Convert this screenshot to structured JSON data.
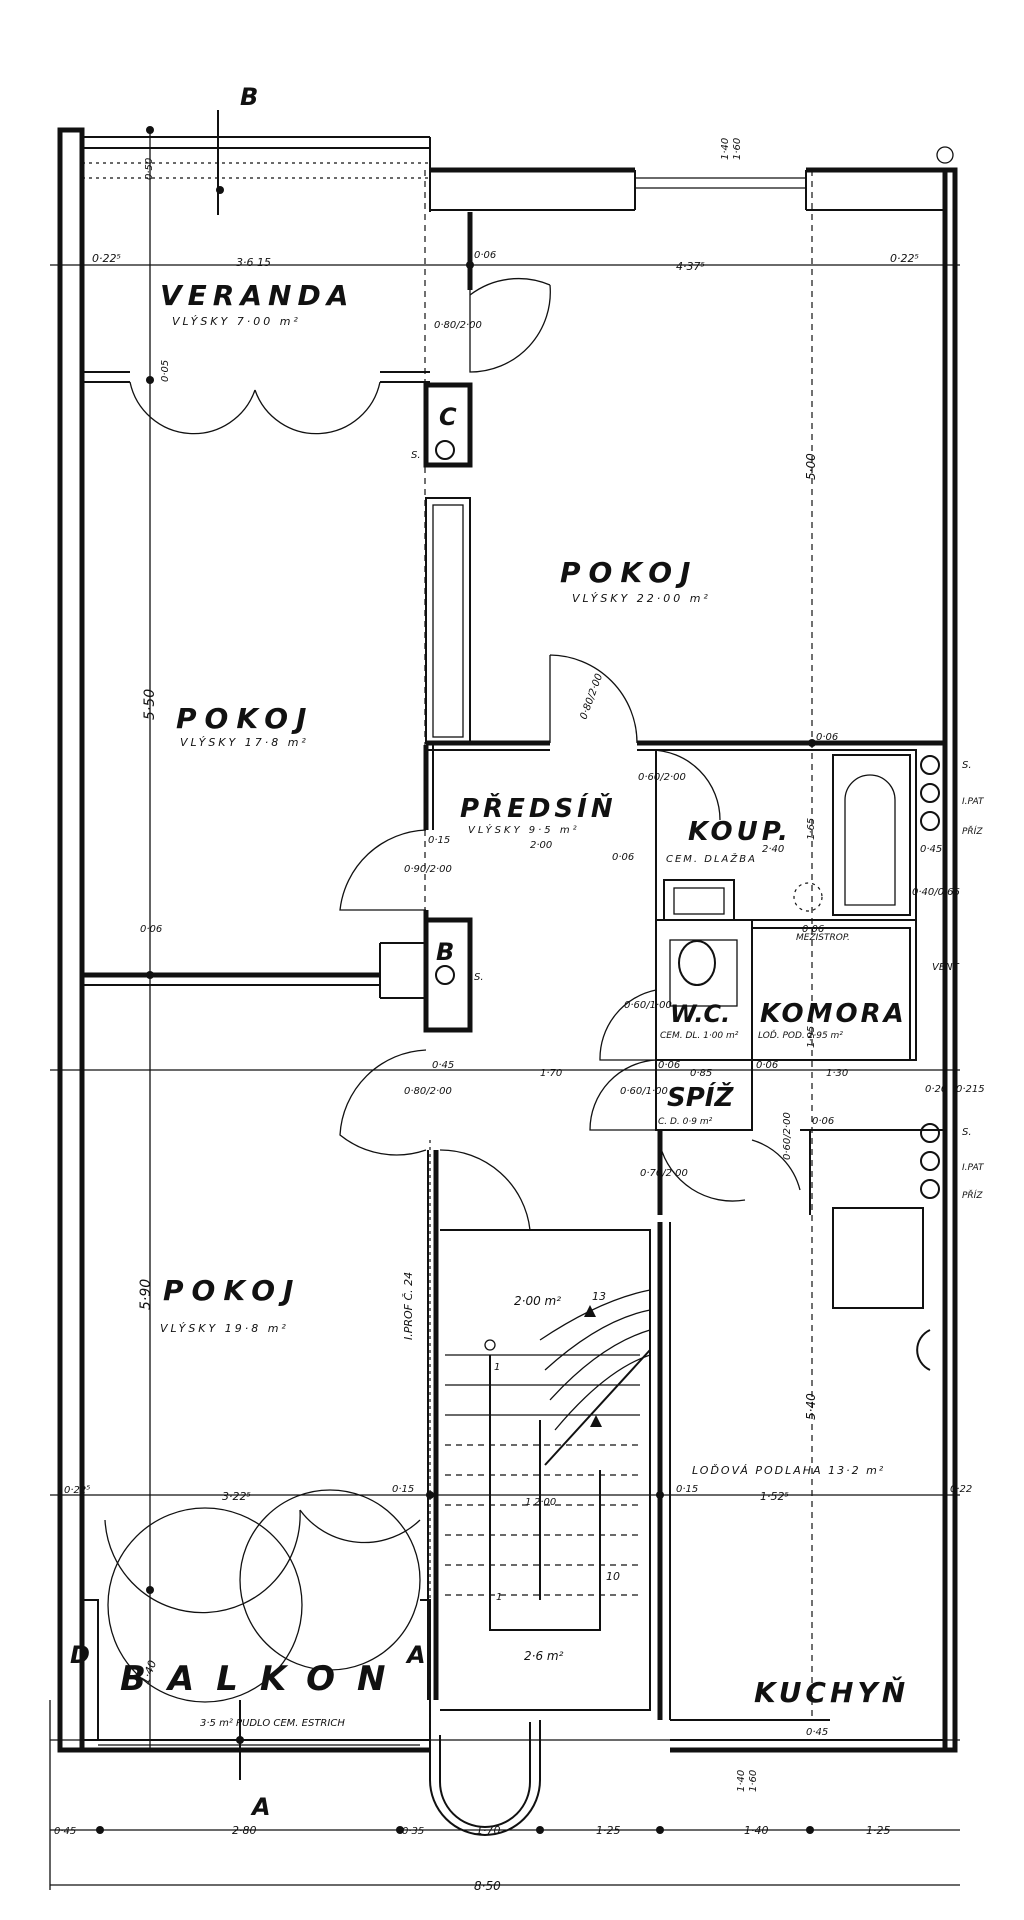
{
  "rooms": {
    "veranda": {
      "name": "VERANDA",
      "note": "VLÝSKY 7·00 m²"
    },
    "pokoj_large": {
      "name": "POKOJ",
      "note": "VLÝSKY 22·00 m²"
    },
    "pokoj_left": {
      "name": "POKOJ",
      "note": "VLÝSKY 17·8 m²"
    },
    "predsin": {
      "name": "PŘEDSÍŇ",
      "note": "VLÝSKY 9·5 m²"
    },
    "koup": {
      "name": "KOUP.",
      "note": "CEM. DLAŽBA"
    },
    "wc": {
      "name": "W.C.",
      "note": "CEM. DL. 1·00 m²"
    },
    "komora": {
      "name": "KOMORA",
      "note": "LOĎ. POD. 2·95 m²"
    },
    "spiz": {
      "name": "SPÍŽ",
      "note": "C. D. 0·9 m²"
    },
    "pokoj_lower": {
      "name": "POKOJ",
      "note": "VLÝSKY 19·8 m²"
    },
    "balkon": {
      "name": "BALKON",
      "note": "3·5 m² PUDLO CEM. ESTRICH"
    },
    "kuchyn": {
      "name": "KUCHYŇ",
      "note": "LOĎOVÁ PODLAHA 13·2 m²"
    }
  },
  "markers": {
    "a": "A",
    "a_top": "A",
    "b": "B",
    "b_shaft": "B",
    "c_shaft": "C",
    "d": "D",
    "s1": "S.",
    "s2": "S.",
    "s3": "S.",
    "s4": "S."
  },
  "notes": {
    "mezistrop": "MEZISTROP.",
    "vent": "VENT",
    "ipat1": "I.PAT",
    "ipat2": "I.PAT",
    "pris1": "PŘÍZ",
    "pris2": "PŘÍZ",
    "iprof": "I.PROF Č. 24",
    "stair_area_top": "2·00 m²",
    "stair_area_bottom": "2·6 m²",
    "stair_13": "13",
    "stair_10": "10",
    "stair_1": "1",
    "stair_1b": "1",
    "stair_1c": "1",
    "stair_200": "2·00"
  },
  "dimensions": {
    "d_0225_tl": "0·22⁵",
    "d_3615": "3·6 15",
    "d_006_a": "0·06",
    "d_4375": "4·37⁵",
    "d_0225_tr": "0·22⁵",
    "d_080_200": "0·80/2·00",
    "d_005": "0·05",
    "d_500": "5·00",
    "d_550": "5·50",
    "d_080_200b": "0·80/2·00",
    "d_006_b": "0·06",
    "d_060_200": "0·60/2·00",
    "d_015": "0·15",
    "d_200": "2·00",
    "d_006_c": "0·06",
    "d_240": "2·40",
    "d_165": "1·65",
    "d_045a": "0·45",
    "d_090_200": "0·90/2·00",
    "d_040_066": "0·40/0·66",
    "d_006_d": "0·06",
    "d_006_e": "0·06",
    "d_060_100": "0·60/1·00",
    "d_045b": "0·45",
    "d_080_200c": "0·80/2·00",
    "d_170": "1·70",
    "d_006_f": "0·06",
    "d_085": "0·85",
    "d_006_g": "0·06",
    "d_130": "1·30",
    "d_020": "0·20",
    "d_0215": "0·215",
    "d_060_100b": "0·60/1·00",
    "d_195": "1·95",
    "d_006_h": "0·06",
    "d_070_200": "0·70/2·00",
    "d_590": "5·90",
    "d_540": "5·40",
    "d_0225_bl": "0·22⁵",
    "d_3225": "3·22⁵",
    "d_015b": "0·15",
    "d_015c": "0·15",
    "d_1525": "1·52⁵",
    "d_022": "0·22",
    "d_140a": "1·40",
    "d_045c": "0·45",
    "d_140v": "1·40",
    "d_160v": "1·60",
    "d_140v2": "1·40",
    "d_160v2": "1·60",
    "d_050": "0·50",
    "d_045_b": "0·45",
    "d_280": "2·80",
    "d_035": "0·35",
    "d_170b": "1·70",
    "d_125a": "1·25",
    "d_140b": "1·40",
    "d_125b": "1·25",
    "d_850": "8·50"
  }
}
